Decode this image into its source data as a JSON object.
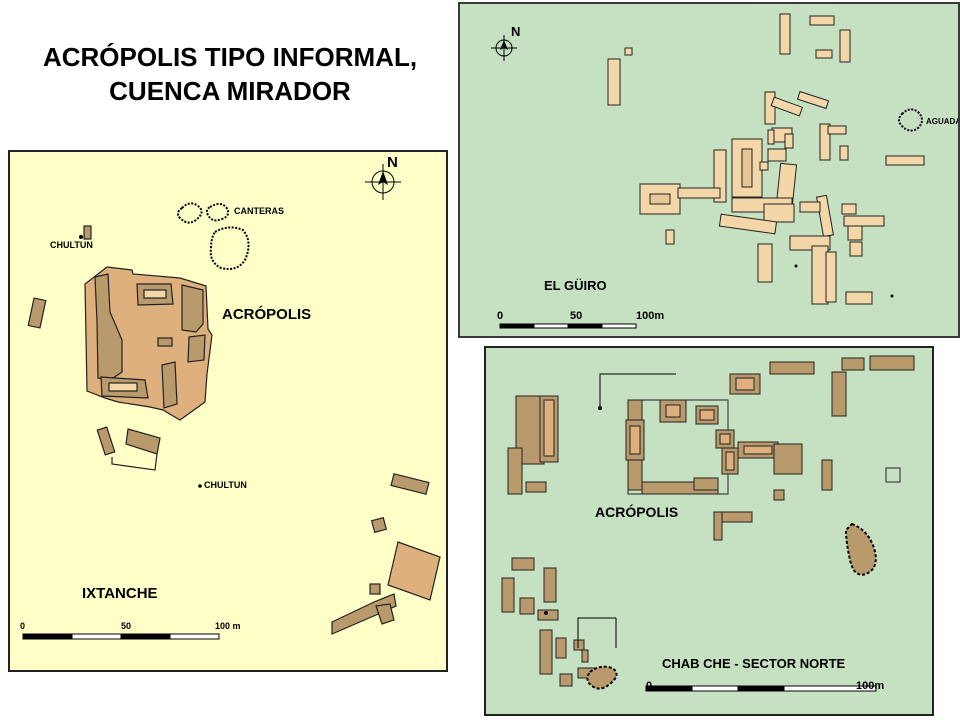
{
  "title": {
    "line1": "ACRÓPOLIS TIPO INFORMAL,",
    "line2": "CUENCA MIRADOR"
  },
  "colors": {
    "ixtanche_bg": "#ffffc8",
    "green_bg": "#c6e1c2",
    "structure_dark": "#b99a6c",
    "structure_light": "#f3d7a8",
    "acropolis_fill": "#deb07e",
    "outline": "#222222"
  },
  "panels": {
    "ixtanche": {
      "site_name": "IXTANCHE",
      "labels": {
        "acropolis": "ACRÓPOLIS",
        "canteras": "CANTERAS",
        "chultun_1": "CHULTUN",
        "chultun_2": "CHULTUN",
        "north": "N"
      },
      "scale": {
        "start": "0",
        "mid": "50",
        "end": "100 m"
      }
    },
    "el_guiro": {
      "site_name": "EL GÜIRO",
      "labels": {
        "aguada": "AGUADA",
        "north": "N"
      },
      "scale": {
        "start": "0",
        "mid": "50",
        "end": "100m"
      }
    },
    "chab_che": {
      "site_name": "CHAB CHE - SECTOR NORTE",
      "labels": {
        "acropolis": "ACRÓPOLIS"
      },
      "scale": {
        "start": "0",
        "end": "100m"
      }
    }
  },
  "icons": [
    "north-arrow-icon",
    "north-arrow-icon"
  ]
}
